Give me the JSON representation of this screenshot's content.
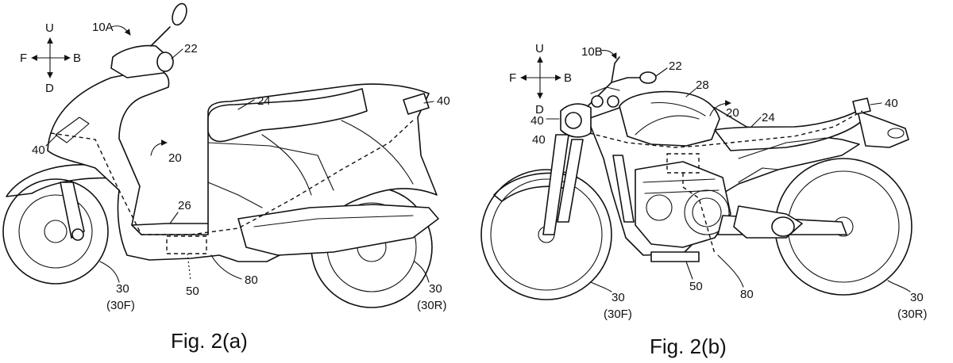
{
  "figure_a": {
    "caption": "Fig. 2(a)",
    "directions": {
      "up": "U",
      "down": "D",
      "front": "F",
      "back": "B"
    },
    "refs": {
      "vehicle": "10A",
      "handle": "22",
      "seat": "24",
      "body": "20",
      "footboard": "26",
      "lamp_front": "40",
      "lamp_rear": "40",
      "unit": "50",
      "frame": "80",
      "wheel_front": "30",
      "wheel_front_sub": "(30F)",
      "wheel_rear": "30",
      "wheel_rear_sub": "(30R)"
    }
  },
  "figure_b": {
    "caption": "Fig. 2(b)",
    "directions": {
      "up": "U",
      "down": "D",
      "front": "F",
      "back": "B"
    },
    "refs": {
      "vehicle": "10B",
      "handle": "22",
      "tank": "28",
      "body": "20",
      "seat": "24",
      "lamp_front": "40",
      "lamp_rear": "40",
      "unit": "50",
      "frame": "80",
      "wheel_front": "30",
      "wheel_front_sub": "(30F)",
      "wheel_rear": "30",
      "wheel_rear_sub": "(30R)"
    }
  }
}
